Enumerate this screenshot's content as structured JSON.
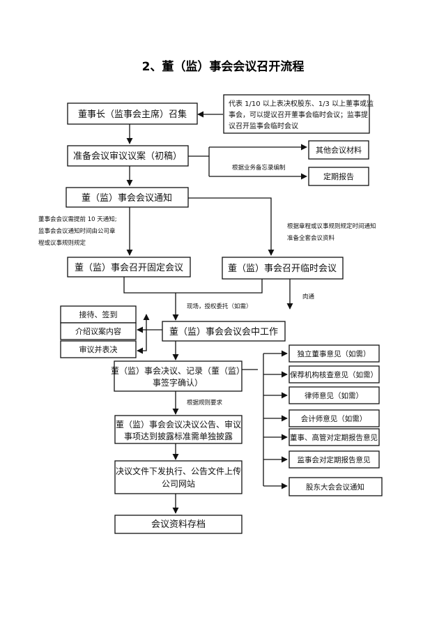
{
  "title": "2、董（监）事会会议召开流程",
  "nodes": {
    "chairman_convene": "董事长（监事会主席）召集",
    "trigger_condition": [
      "代表 1/10 以上表决权股东、1/3 以上董事或监",
      "事会，可以提议召开董事会临时会议；监事提",
      "议召开监事会临时会议"
    ],
    "prepare_proposal": "准备会议审议议案（初稿）",
    "other_materials": "其他会议材料",
    "periodic_report": "定期报告",
    "meeting_notice": "董（监）事会会议通知",
    "fixed_meeting": "董（监）事会召开固定会议",
    "temp_meeting": "董（监）事会召开临时会议",
    "reception_signin": "接待、签到",
    "introduce_proposal": "介绍议案内容",
    "deliberate_vote": "审议并表决",
    "in_meeting_work": "董（监）事会会议会中工作",
    "resolution_record": [
      "董（监）事会决议、记录（董（监）",
      "事签字确认）"
    ],
    "announcement": [
      "董（监）事会会议决议公告、审议",
      "事项达到披露标准需单独披露"
    ],
    "distribute_upload": [
      "决议文件下发执行、公告文件上传",
      "公司网站"
    ],
    "archive": "会议资料存档",
    "independent_director_opinion": "独立董事意见（如需）",
    "sponsor_opinion": "保荐机构核查意见（如需）",
    "lawyer_opinion": "律师意见（如需）",
    "accountant_opinion": "会计师意见（如需）",
    "exec_periodic_opinion": "董事、高管对定期报告意见",
    "supervisor_periodic_opinion": "监事会对定期报告意见",
    "shareholder_meeting_notice": "股东大会会议通知"
  },
  "annotations": {
    "business_memo": "根据业务备忘录编制",
    "fixed_notice_rule": [
      "董事会会议需提前 10 天通知;",
      "监事会会议通知时间由公司章",
      "程或议事规则规定"
    ],
    "temp_notice_rule": [
      "根据章程或议事规则规定时间通知",
      "准备全套会议资料"
    ],
    "onsite_proxy": "现场，授权委托（如需）",
    "teleconference": "肉通",
    "per_rules": "根据规则要求"
  }
}
